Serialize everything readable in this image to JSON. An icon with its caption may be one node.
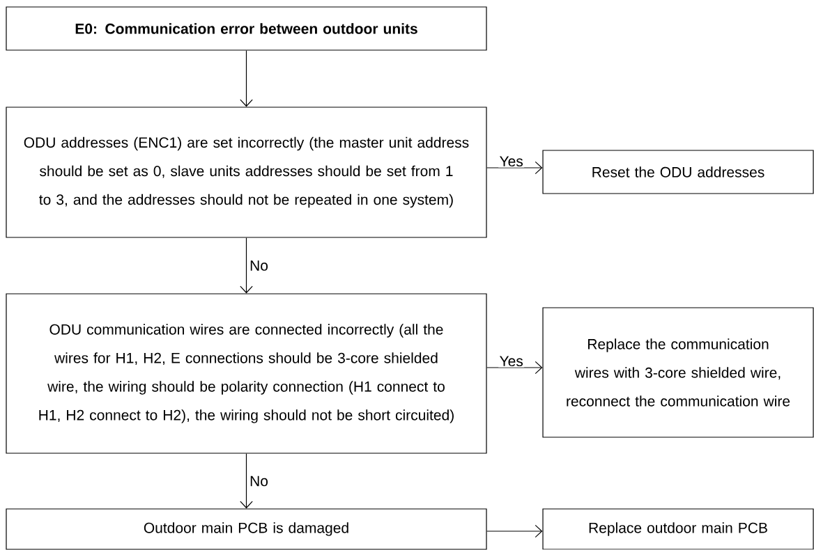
{
  "diagram": {
    "nodes": [
      {
        "text": [
          "E0: Communication error between outdoor units"
        ]
      },
      {
        "text": [
          "ODU addresses (ENC1) are set incorrectly (the master unit address should be set as 0, slave units addresses should be set from 1 to 3, and the addresses should not be repeated in one system)"
        ]
      },
      {
        "text": [
          "Reset the ODU addresses"
        ]
      },
      {
        "text": [
          "ODU communication wires are connected incorrectly (all the wires for H1, H2, E connections should be 3-core shielded wire, the wiring should be polarity connection (H1 connect to H1, H2 connect to H2), the wiring should not be short circuited)"
        ]
      },
      {
        "text": [
          "Replace the communication wires with 3-core shielded wire, reconnect the communication wire"
        ]
      },
      {
        "text": [
          "Outdoor main PCB is damaged"
        ]
      },
      {
        "text": [
          "Replace outdoor main PCB"
        ]
      }
    ],
    "edges": [
      {
        "from": 0,
        "to": 1,
        "arrow": "to"
      },
      {
        "from": 1,
        "to": 2,
        "arrow": "to",
        "label": "Yes"
      },
      {
        "from": 1,
        "to": 3,
        "arrow": "to",
        "label": "No"
      },
      {
        "from": 3,
        "to": 4,
        "arrow": "to",
        "label": "Yes"
      },
      {
        "from": 3,
        "to": 5,
        "arrow": "to",
        "label": "No"
      },
      {
        "from": 5,
        "to": 6,
        "arrow": "to"
      }
    ]
  }
}
